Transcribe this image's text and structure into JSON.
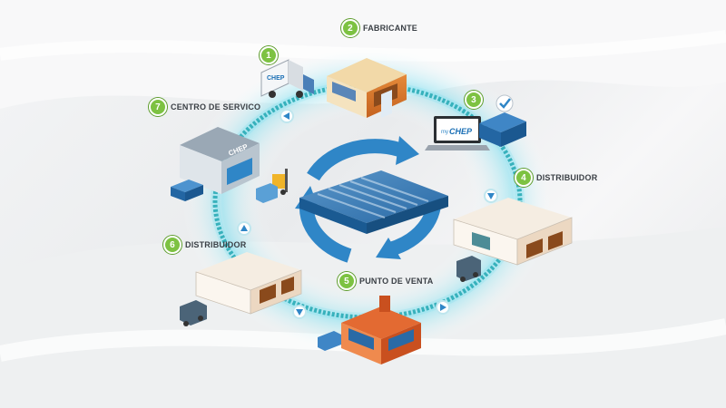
{
  "steps": [
    {
      "number": "1",
      "label": ""
    },
    {
      "number": "2",
      "label": "FABRICANTE"
    },
    {
      "number": "3",
      "label": ""
    },
    {
      "number": "4",
      "label": "DISTRIBUIDOR"
    },
    {
      "number": "5",
      "label": "PUNTO DE VENTA"
    },
    {
      "number": "6",
      "label": "DISTRIBUIDOR"
    },
    {
      "number": "7",
      "label": "CENTRO DE SERVICO"
    }
  ],
  "brand": {
    "truck_logo": "CHEP",
    "service_center_logo": "CHEP",
    "laptop_prefix": "my",
    "laptop_logo": "CHEP",
    "check_icon": "check-badge-icon"
  },
  "colors": {
    "ring": "#0d9aa3",
    "ring_glow": "#5fd4e8",
    "pallet_blue": "#1a6fb5",
    "accent_green": "#7dc242",
    "brick_orange": "#d9772b",
    "cycle_arrow": "#2f86c7"
  }
}
